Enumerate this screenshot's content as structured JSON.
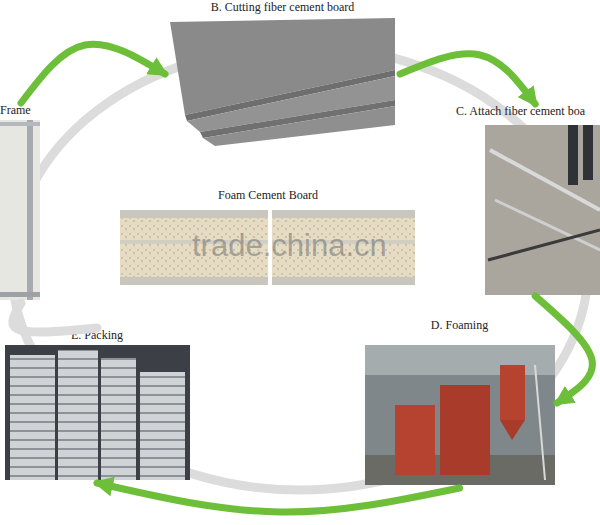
{
  "diagram": {
    "nodes": [
      {
        "text": [
          "Frame"
        ]
      },
      {
        "text": [
          "B. Cutting fiber cement board"
        ]
      },
      {
        "text": [
          "C. Attach fiber cement boa"
        ]
      },
      {
        "text": [
          "Foam Cement Board"
        ]
      },
      {
        "text": [
          "D. Foaming"
        ]
      },
      {
        "text": [
          "E. Packing"
        ]
      }
    ],
    "edges": [
      {
        "from": 0,
        "to": 1,
        "arrow": "to"
      },
      {
        "from": 1,
        "to": 2,
        "arrow": "to"
      },
      {
        "from": 2,
        "to": 4,
        "arrow": "to"
      },
      {
        "from": 4,
        "to": 5,
        "arrow": "to"
      },
      {
        "from": 5,
        "to": 0,
        "arrow": "none"
      }
    ],
    "labels": [
      "trade.china.cn"
    ]
  }
}
